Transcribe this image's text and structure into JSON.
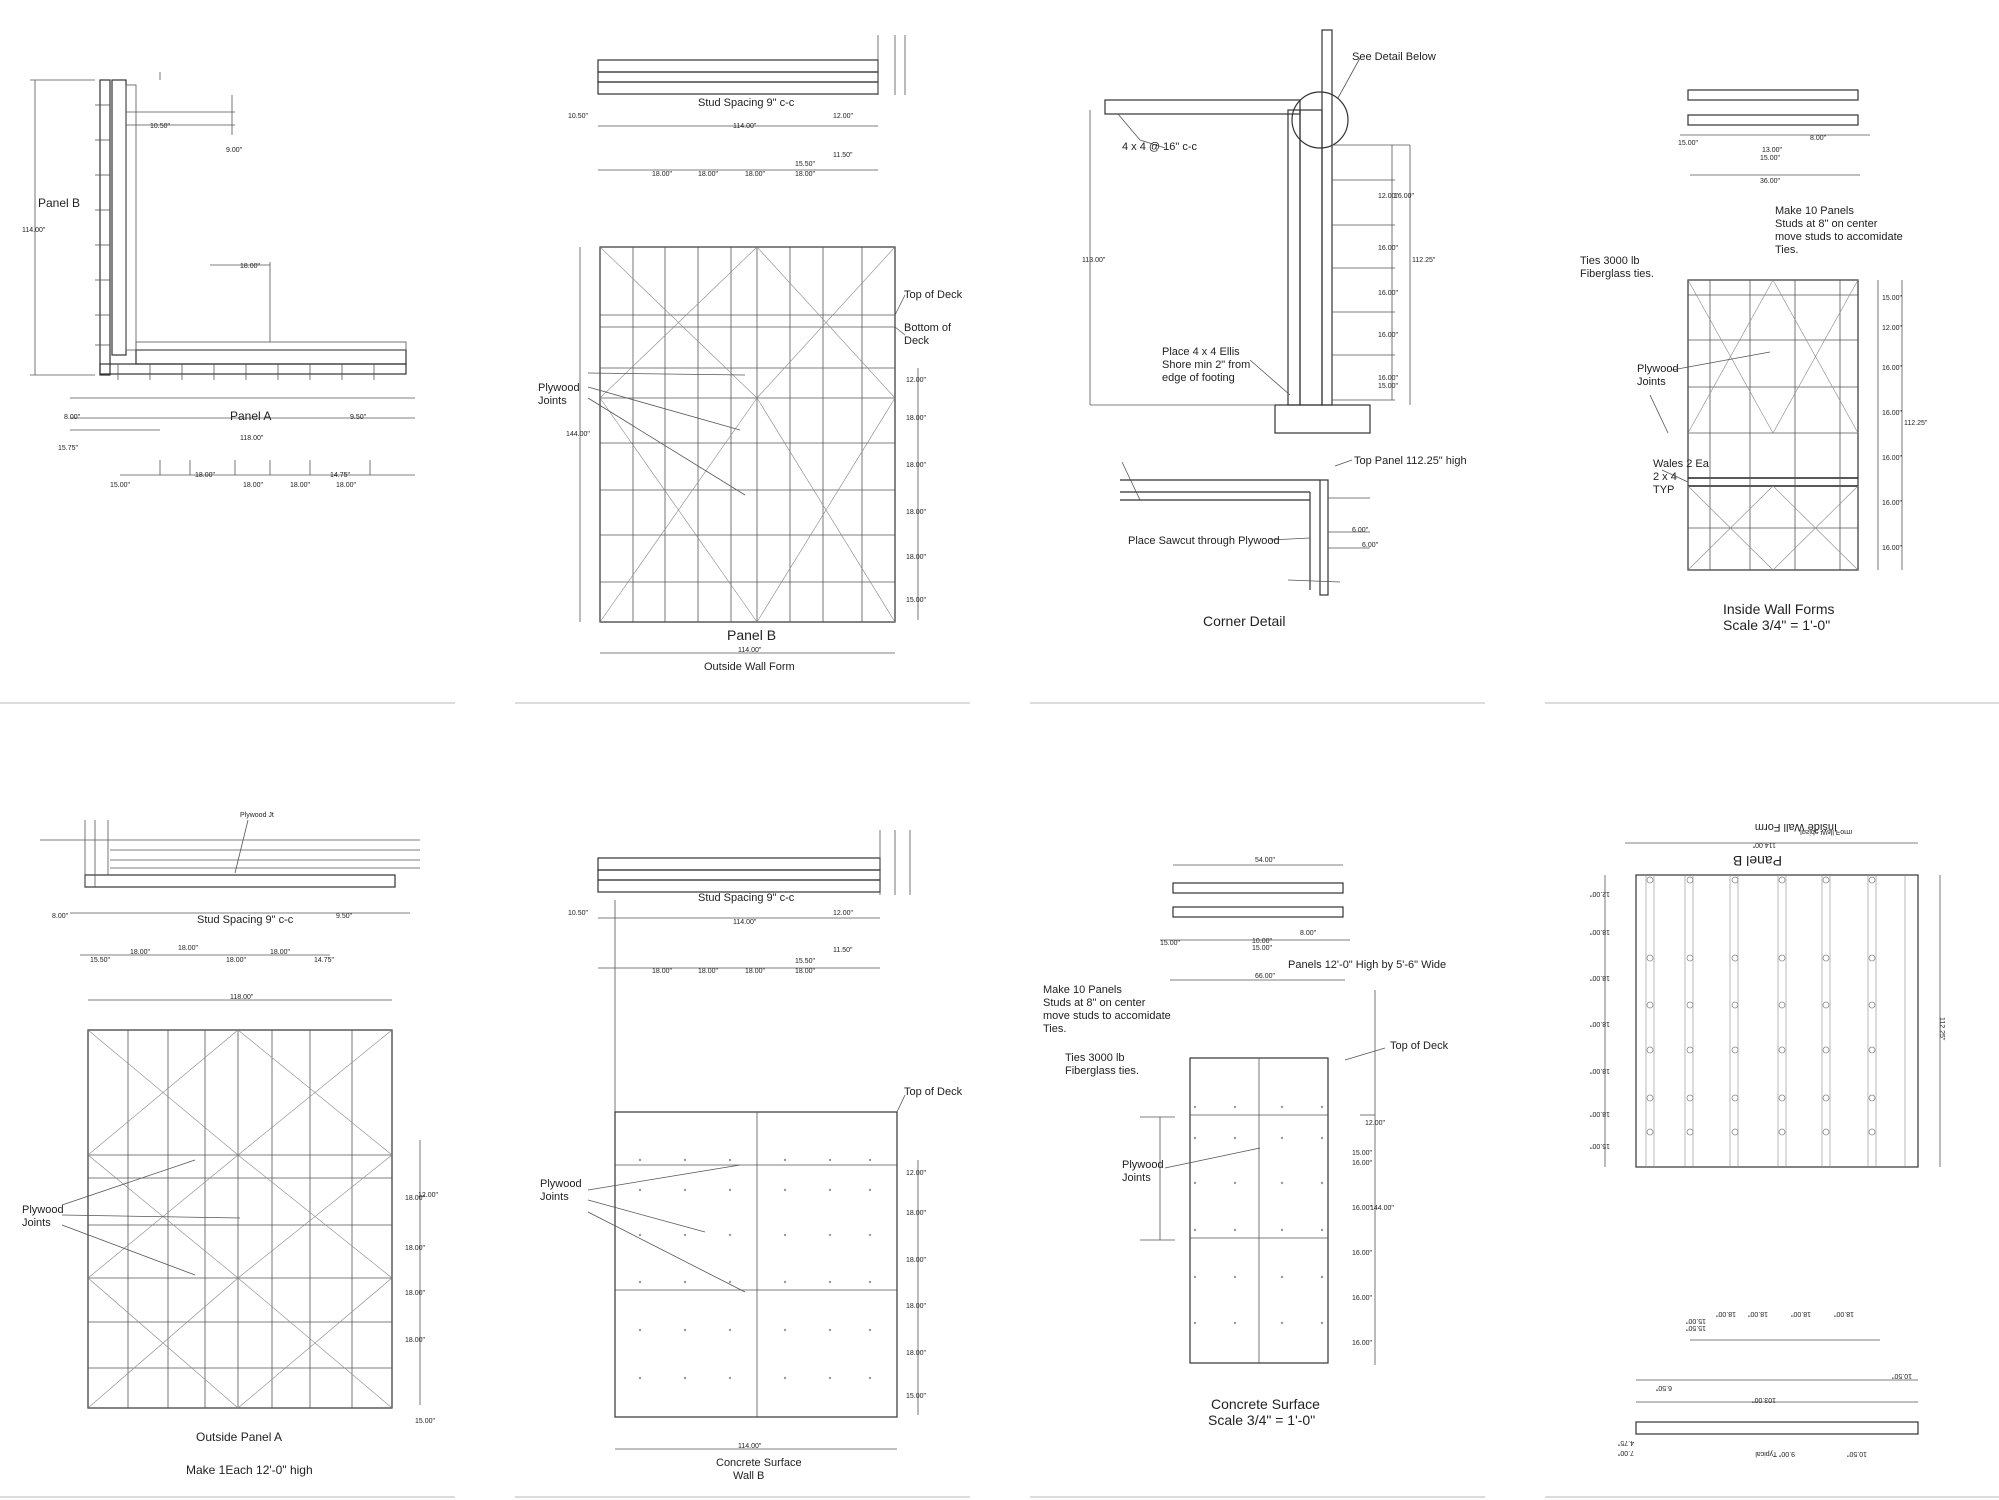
{
  "panel1": {
    "panel_b_label": "Panel B",
    "panel_a_label": "Panel A",
    "dims": {
      "height": "114.00\"",
      "d1": "10.50\"",
      "d2": "9.00\"",
      "d3": "18.00\"",
      "d4": "8.00\"",
      "d5": "9.50\"",
      "d6": "15.75\"",
      "d7": "118.00\"",
      "d8": "15.00\"",
      "d9": "18.00\"",
      "d10": "18.00\"",
      "d11": "18.00\"",
      "d12": "14.75\"",
      "d13": "18.00\""
    }
  },
  "panel2": {
    "stud_spacing": "Stud Spacing 9\" c-c",
    "top_of_deck": "Top of Deck",
    "bottom_of_deck": "Bottom of\nDeck",
    "plywood_joints": "Plywood\nJoints",
    "panel_title": "Panel B",
    "subtitle": "Outside Wall Form",
    "dims": {
      "a": "10.50\"",
      "b": "114.00\"",
      "c": "12.00\"",
      "d": "11.50\"",
      "e": "18.00\"",
      "f": "18.00\"",
      "g": "18.00\"",
      "h": "15.50\"",
      "i": "18.00\"",
      "height": "144.00\"",
      "width": "114.00\"",
      "r1": "12.00\"",
      "r2": "18.00\"",
      "r3": "18.00\"",
      "r4": "18.00\"",
      "r5": "18.00\"",
      "r6": "15.00\""
    }
  },
  "panel3": {
    "see_detail": "See Detail Below",
    "four_by_four": "4 x 4 @ 16\" c-c",
    "place_ellis": "Place 4 x 4 Ellis\nShore min 2\" from\nedge of footing",
    "top_panel": "Top Panel 112.25\" high",
    "sawcut": "Place Sawcut through Plywood",
    "corner_detail": "Corner Detail",
    "dims": {
      "h": "113.00\"",
      "r": "112.25\"",
      "s1": "12.00\"",
      "s2": "16.00\"",
      "s3": "16.00\"",
      "s4": "16.00\"",
      "s5": "16.00\"",
      "s6": "16.00\"",
      "s7": "15.00\"",
      "c1": "6.00\"",
      "c2": "6.00\""
    }
  },
  "panel4": {
    "make_panels": "Make 10 Panels\nStuds at 8\" on center\nmove studs to accomidate\nTies.",
    "ties": "Ties 3000 lb\nFiberglass ties.",
    "plywood_joints": "Plywood\nJoints",
    "wales": "Wales 2 Ea\n2 x 4\nTYP",
    "title": "Inside Wall Forms",
    "scale": "Scale 3/4\" = 1'-0\"",
    "dims": {
      "a": "15.00\"",
      "b": "13.00\"",
      "c": "15.00\"",
      "d": "8.00\"",
      "e": "36.00\"",
      "h": "112.25\"",
      "r1": "12.00\"",
      "r2": "16.00\"",
      "r3": "16.00\"",
      "r4": "16.00\"",
      "r5": "16.00\"",
      "r6": "16.00\"",
      "r7": "15.00\""
    }
  },
  "panel5": {
    "plywood_jt": "Plywood Jt",
    "stud_spacing": "Stud Spacing 9\" c-c",
    "plywood_joints": "Plywood\nJoints",
    "title": "Outside Panel A",
    "note": "Make 1Each  12'-0\" high",
    "dims": {
      "a": "8.00\"",
      "b": "9.50\"",
      "c": "15.50\"",
      "d": "18.00\"",
      "e": "18.00\"",
      "f": "18.00\"",
      "g": "18.00\"",
      "h": "14.75\"",
      "w": "118.00\"",
      "r1": "18.00\"",
      "r1b": "12.00\"",
      "r2": "18.00\"",
      "r3": "18.00\"",
      "r4": "18.00\"",
      "r5": "15.00\""
    }
  },
  "panel6": {
    "stud_spacing": "Stud Spacing 9\" c-c",
    "top_of_deck": "Top of Deck",
    "plywood_joints": "Plywood\nJoints",
    "caption": "Concrete Surface\nWall B",
    "dims": {
      "a": "10.50\"",
      "b": "114.00\"",
      "c": "12.00\"",
      "d": "11.50\"",
      "e": "18.00\"",
      "f": "18.00\"",
      "g": "18.00\"",
      "h": "15.50\"",
      "i": "18.00\"",
      "width": "114.00\"",
      "r1": "12.00\"",
      "r2": "18.00\"",
      "r3": "18.00\"",
      "r4": "18.00\"",
      "r5": "18.00\"",
      "r6": "15.00\""
    }
  },
  "panel7": {
    "panels_size": "Panels 12'-0\" High by 5'-6\" Wide",
    "make_panels": "Make 10 Panels\nStuds at 8\" on center\nmove studs to accomidate\nTies.",
    "ties": "Ties 3000 lb\nFiberglass ties.",
    "top_of_deck": "Top of Deck",
    "plywood_joints": "Plywood\nJoints",
    "title": "Concrete Surface",
    "scale": "Scale 3/4\" = 1'-0\"",
    "dims": {
      "top": "54.00\"",
      "a": "15.00\"",
      "b": "10.00\"",
      "c": "15.00\"",
      "d": "8.00\"",
      "w": "66.00\"",
      "h": "144.00\"",
      "r1": "12.00\"",
      "r2": "16.00\"",
      "r3": "16.00\"",
      "r4": "16.00\"",
      "r5": "16.00\"",
      "r6": "16.00\"",
      "r7": "15.00\""
    }
  },
  "panel8": {
    "title": "Inside Wall Form",
    "panel": "Panel B",
    "top_dim": "114.00\"",
    "right_dim": "112.25\"",
    "left_dims": [
      "12.00\"",
      "18.00\"",
      "18.00\"",
      "18.00\"",
      "18.00\"",
      "18.00\"",
      "15.00\""
    ],
    "bottom_dims": {
      "a": "15.00\"",
      "b": "18.00\"",
      "c": "18.00\"",
      "d": "18.00\"",
      "e": "18.00\"",
      "f": "15.50\"",
      "g": "103.00\"",
      "h": "6.50\"",
      "i": "10.50\"",
      "j": "4.75\"",
      "k": "7.00\"",
      "l": "10.50\"",
      "typical": "9.00\" Typical"
    }
  }
}
